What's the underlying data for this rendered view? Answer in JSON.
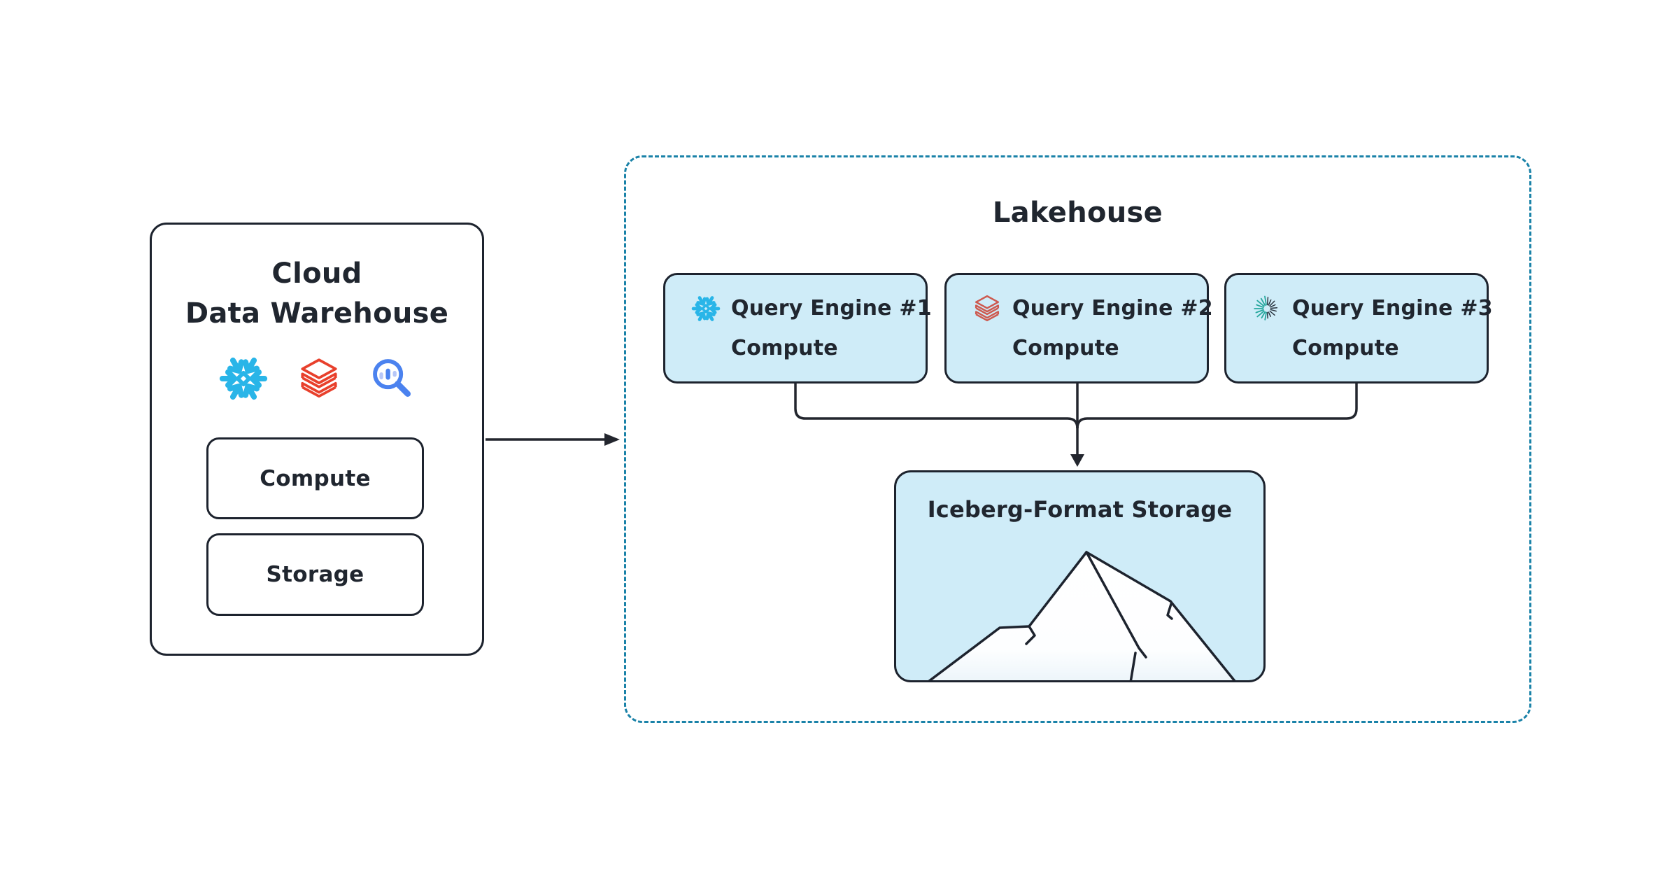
{
  "diagram": {
    "source_box": {
      "title_lines": [
        "Cloud",
        "Data Warehouse"
      ],
      "vendor_icons": [
        "snowflake-icon",
        "databricks-icon",
        "query-magnifier-icon"
      ],
      "compute_label": "Compute",
      "storage_label": "Storage"
    },
    "lakehouse": {
      "title": "Lakehouse",
      "query_engines": [
        {
          "icon": "snowflake-icon",
          "line1": "Query Engine #1",
          "line2": "Compute"
        },
        {
          "icon": "databricks-icon",
          "line1": "Query Engine #2",
          "line2": "Compute"
        },
        {
          "icon": "starburst-icon",
          "line1": "Query Engine #3",
          "line2": "Compute"
        }
      ],
      "storage_box": {
        "title": "Iceberg-Format Storage",
        "illustration": "iceberg-mountain"
      }
    },
    "colors": {
      "background": "#ffffff",
      "box_fill_blue": "#cfecf8",
      "outline_dark": "#1d232e",
      "text_dark": "#20262f",
      "dashed_border": "#1a82a8",
      "snowflake_blue": "#29b5e8",
      "databricks_red": "#e8402c",
      "databricks_red_soft": "#cd5a50",
      "starburst_teal": "#27a79e",
      "starburst_dark": "#27313c",
      "magnifier_blue": "#4b82ef",
      "magnifier_blue_light": "#b7c7f8"
    }
  }
}
